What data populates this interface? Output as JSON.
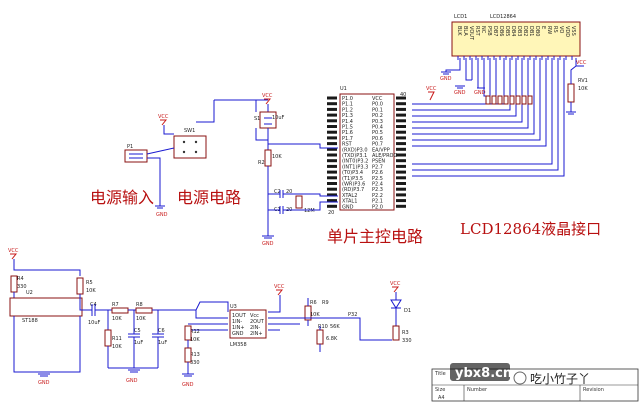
{
  "labels": {
    "power_input": "电源输入",
    "power_circuit": "电源电路",
    "mcu_circuit": "单片主控电路",
    "lcd_interface": "LCD12864液晶接口"
  },
  "vcc_label": "VCC",
  "gnd_label": "GND",
  "lcd": {
    "ref": "LCD1",
    "part": "LCD12864",
    "pins": [
      "BLK",
      "BLA",
      "VOUT",
      "RST",
      "NC",
      "PSB",
      "DB7",
      "DB6",
      "DB5",
      "DB4",
      "DB3",
      "DB2",
      "DB1",
      "DB0",
      "E",
      "RW",
      "RS",
      "VO",
      "VDD",
      "VSS"
    ]
  },
  "mcu": {
    "ref": "U1",
    "left_pins": [
      "P1.0",
      "P1.1",
      "P1.2",
      "P1.3",
      "P1.4",
      "P1.5",
      "P1.6",
      "P1.7",
      "RST",
      "(RXD)P3.0",
      "(TXD)P3.1",
      "(INT0)P3.2",
      "(INT1)P3.3",
      "(T0)P3.4",
      "(T1)P3.5",
      "(WR)P3.6",
      "(RD)P3.7",
      "XTAL2",
      "XTAL1",
      "GND"
    ],
    "right_pins": [
      "VCC",
      "P0.0",
      "P0.1",
      "P0.2",
      "P0.3",
      "P0.4",
      "P0.5",
      "P0.6",
      "P0.7",
      "EA/VPP",
      "ALE/PROG",
      "PSEN",
      "P2.7",
      "P2.6",
      "P2.5",
      "P2.4",
      "P2.3",
      "P2.2",
      "P2.1",
      "P2.0"
    ],
    "pin40": "40",
    "pin20": "20"
  },
  "components": {
    "sw1": "SW1",
    "p1": "P1",
    "s1": "S1",
    "c_10uf": "10uF",
    "r2": "R2",
    "r2_val": "10K",
    "c2": "C2",
    "c1": "C1",
    "c_20": "20",
    "y1": "12M",
    "rv1": "RV1",
    "rv1_val": "10K",
    "u2": "U2",
    "st188": "ST188",
    "r4": "R4",
    "r4_val": "330",
    "r5": "R5",
    "r5_val": "10K",
    "c4": "C4",
    "c4_val": "10uF",
    "r7": "R7",
    "r7_val": "10K",
    "r8": "R8",
    "r8_val": "10K",
    "r11": "R11",
    "r11_val": "10K",
    "c5": "C5",
    "c5_val": "1uF",
    "c6": "C6",
    "c6_val": "1uF",
    "u3": "U3",
    "u3_part": "LM358",
    "u3_left": [
      "1OUT",
      "1IN-",
      "1IN+",
      "GND"
    ],
    "u3_right": [
      "Vcc",
      "2OUT",
      "2IN-",
      "2IN+"
    ],
    "r12": "R12",
    "r12_val": "10K",
    "r13": "R13",
    "r13_val": "330",
    "r6": "R6",
    "r9": "R9",
    "r6_val": "10K",
    "r10": "R10",
    "r10_val": "56K",
    "r_6k8": "6.8K",
    "p32": "P32",
    "d1": "D1",
    "r3": "R3",
    "r3_val": "330"
  },
  "title_block": {
    "title": "Title",
    "size": "Size",
    "size_val": "A4",
    "number": "Number",
    "revision": "Revision"
  },
  "watermark": {
    "site": "ybx8.cn",
    "author": "吃小竹子丫"
  }
}
